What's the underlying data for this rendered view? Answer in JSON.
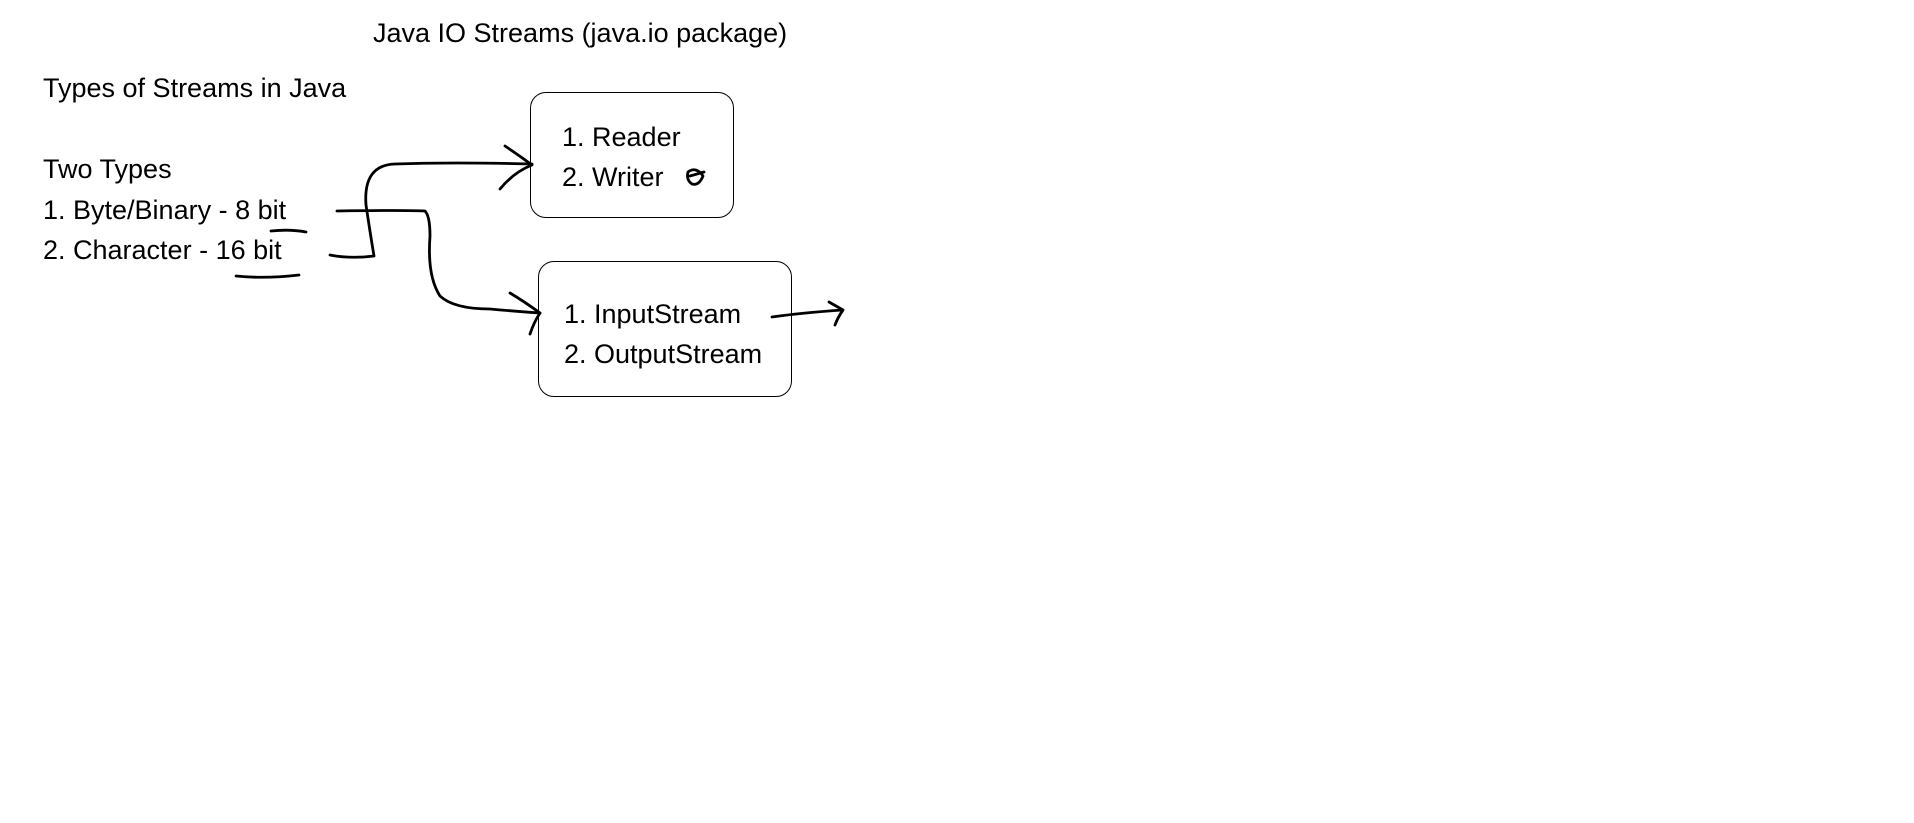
{
  "title": "Java IO Streams (java.io package)",
  "subtitle": "Types of Streams in Java",
  "types_heading": "Two Types",
  "types": [
    {
      "label": "1. Byte/Binary -  ",
      "size": "8 bit"
    },
    {
      "label": "2. Character - ",
      "size": "16 bit"
    }
  ],
  "character_box": {
    "items": [
      "1. Reader",
      "2. Writer"
    ]
  },
  "byte_box": {
    "items": [
      "1. InputStream",
      "2. OutputStream"
    ]
  },
  "colors": {
    "ink": "#000000",
    "background": "#ffffff"
  }
}
